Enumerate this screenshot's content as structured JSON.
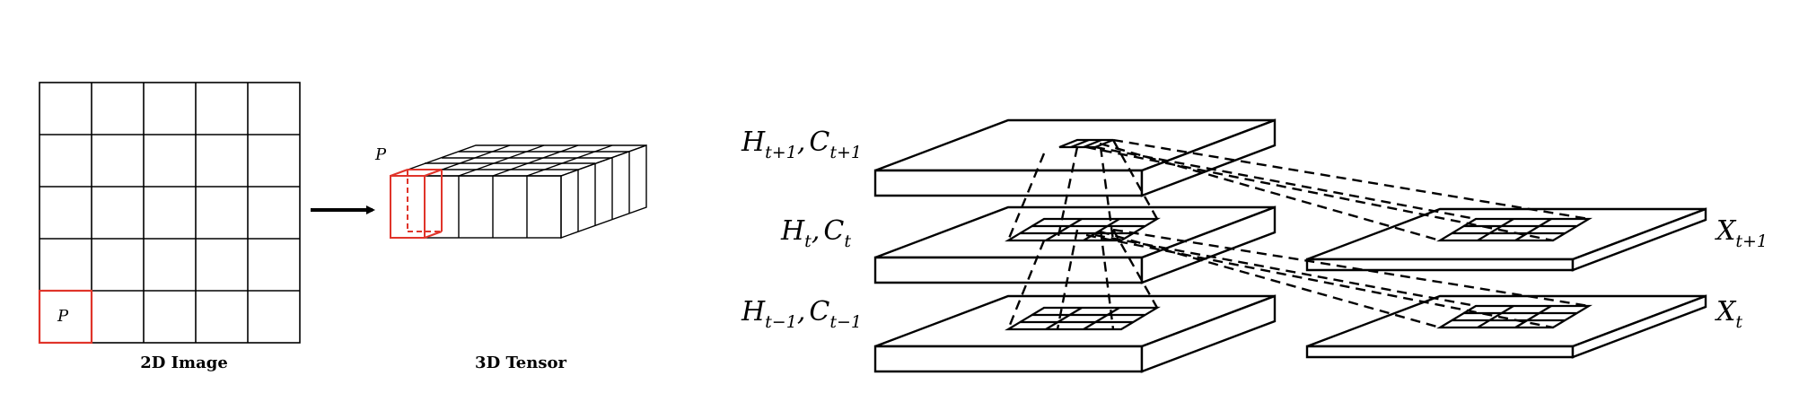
{
  "left_panel": {
    "image_caption": "2D Image",
    "tensor_caption": "3D Tensor",
    "image_pixel_label": "P",
    "tensor_pixel_label": "P",
    "grid_rows": 5,
    "grid_cols": 5,
    "highlight_color": "#e0342a"
  },
  "right_panel": {
    "state_top": {
      "h": "H",
      "h_sub": "t+1",
      "sep": ",",
      "c": "C",
      "c_sub": "t+1"
    },
    "state_mid": {
      "h": "H",
      "h_sub": "t",
      "sep": ",",
      "c": "C",
      "c_sub": "t"
    },
    "state_bot": {
      "h": "H",
      "h_sub": "t−1",
      "sep": ",",
      "c": "C",
      "c_sub": "t−1"
    },
    "input_top": {
      "x": "X",
      "x_sub": "t+1"
    },
    "input_bot": {
      "x": "X",
      "x_sub": "t"
    }
  }
}
